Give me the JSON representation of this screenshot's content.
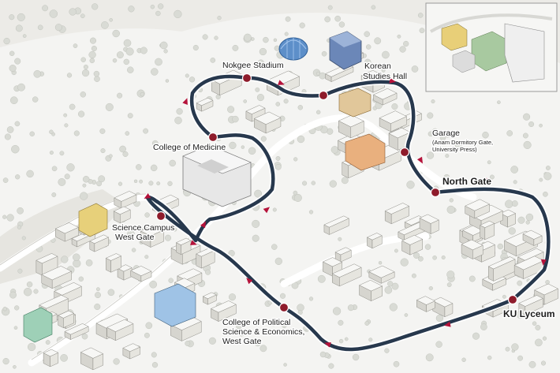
{
  "map": {
    "route_color": "#27384d",
    "stop_color": "#8e1b2b",
    "arrow_color": "#b5123a",
    "building_color": "#dcdad4",
    "ground_color": "#f4f4f2",
    "tree_color": "#d9dbd5",
    "stops": [
      {
        "id": "nokgee-stadium",
        "lines": [
          "Nokgee Stadium"
        ]
      },
      {
        "id": "korean-studies-hall",
        "lines": [
          "Korean",
          "Studies Hall"
        ]
      },
      {
        "id": "garage",
        "lines": [
          "Garage"
        ],
        "sub_lines": [
          "(Anam Dormitory Gate,",
          "University Press)"
        ]
      },
      {
        "id": "north-gate",
        "lines": [
          "North Gate"
        ]
      },
      {
        "id": "ku-lyceum",
        "lines": [
          "KU Lyceum"
        ]
      },
      {
        "id": "political-science-west-gate",
        "lines": [
          "College of Political",
          "Science & Economics,",
          "West Gate"
        ]
      },
      {
        "id": "science-campus-west-gate",
        "lines": [
          "Science Campus",
          "West Gate"
        ]
      },
      {
        "id": "college-of-medicine",
        "lines": [
          "College of Medicine"
        ]
      }
    ],
    "inset": {
      "shows": "campus overview"
    }
  }
}
